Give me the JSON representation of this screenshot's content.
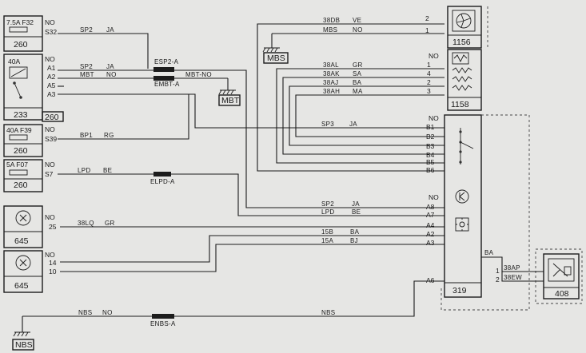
{
  "components": {
    "c260a": {
      "id": "260",
      "fuse": "7.5A F32"
    },
    "c233": {
      "id": "233",
      "relay": "40A",
      "side_id": "260"
    },
    "c260b": {
      "id": "260",
      "fuse": "40A F39"
    },
    "c260c": {
      "id": "260",
      "fuse": "5A F07"
    },
    "c645a": {
      "id": "645"
    },
    "c645b": {
      "id": "645"
    },
    "c1156": {
      "id": "1156"
    },
    "c1158": {
      "id": "1158"
    },
    "c319": {
      "id": "319"
    },
    "c408": {
      "id": "408"
    }
  },
  "grounds": {
    "mbs_top": "MBS",
    "mbt": "MBT",
    "nbs": "NBS"
  },
  "pins": {
    "c260a": [
      "NO",
      "S32"
    ],
    "c233": [
      "NO",
      "A1",
      "A2",
      "A5",
      "A3"
    ],
    "c260b": [
      "NO",
      "S39"
    ],
    "c260c": [
      "NO",
      "S7"
    ],
    "c645a": [
      "NO",
      "25"
    ],
    "c645b": [
      "NO",
      "14",
      "10"
    ],
    "c1156": [
      "2",
      "1"
    ],
    "c1158": [
      "NO",
      "1",
      "4",
      "2",
      "3"
    ],
    "c319_b": [
      "NO",
      "B1",
      "B2",
      "B3",
      "B4",
      "B5",
      "B6"
    ],
    "c319_a": [
      "NO",
      "A8",
      "A7",
      "A4",
      "A2",
      "A3",
      "A6"
    ],
    "c408": [
      "1",
      "2"
    ]
  },
  "wires": {
    "sp2_top": [
      "SP2",
      "JA"
    ],
    "sp2_a1": [
      "SP2",
      "JA"
    ],
    "mbt": [
      "MBT",
      "NO",
      "MBT-NO"
    ],
    "bp1": [
      "BP1",
      "RG"
    ],
    "lpd": [
      "LPD",
      "BE"
    ],
    "w38lq": [
      "38LQ",
      "GR"
    ],
    "w38db": [
      "38DB",
      "VE"
    ],
    "mbs": [
      "MBS",
      "NO"
    ],
    "w38al": [
      "38AL",
      "GR"
    ],
    "w38ak": [
      "38AK",
      "SA"
    ],
    "w38aj": [
      "38AJ",
      "BA"
    ],
    "w38ah": [
      "38AH",
      "MA"
    ],
    "sp3": [
      "SP3",
      "JA"
    ],
    "sp2_a8": [
      "SP2",
      "JA"
    ],
    "lpd_a7": [
      "LPD",
      "BE"
    ],
    "w15b": [
      "15B",
      "BA"
    ],
    "w15a": [
      "15A",
      "BJ"
    ],
    "nbs": [
      "NBS",
      "NO",
      "NBS"
    ],
    "ba": "BA",
    "w38ap": "38AP",
    "w38ew": "38EW"
  },
  "splices": {
    "esp2": "ESP2-A",
    "embt": "EMBT-A",
    "elpd": "ELPD-A",
    "enbs": "ENBS-A"
  }
}
